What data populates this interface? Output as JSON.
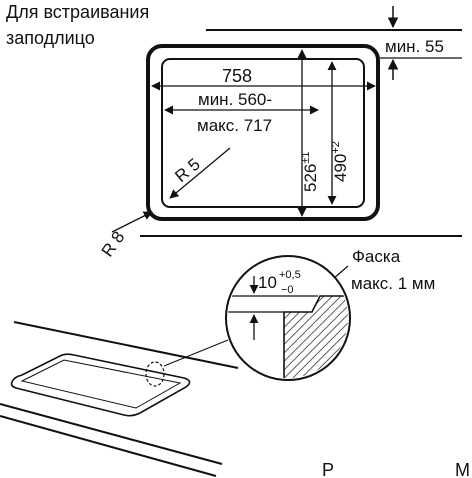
{
  "title": [
    "Для встраивания",
    "заподлицо"
  ],
  "labels": {
    "min_top": "мин. 55",
    "width": "758",
    "cutout_min": "мин. 560-",
    "cutout_max": "макс. 717",
    "depth_outer_base": "526",
    "depth_outer_tol": "±1",
    "depth_inner_base": "490",
    "depth_inner_tol": "+2",
    "radius_inner": "R 5",
    "radius_outer": "R 8",
    "chamfer_title": "Фаска",
    "chamfer_value": "макс. 1 мм",
    "step_base": "10",
    "step_tol_upper": "+0,5",
    "step_tol_lower": "−0",
    "footer_left": "P",
    "footer_right": "M"
  }
}
